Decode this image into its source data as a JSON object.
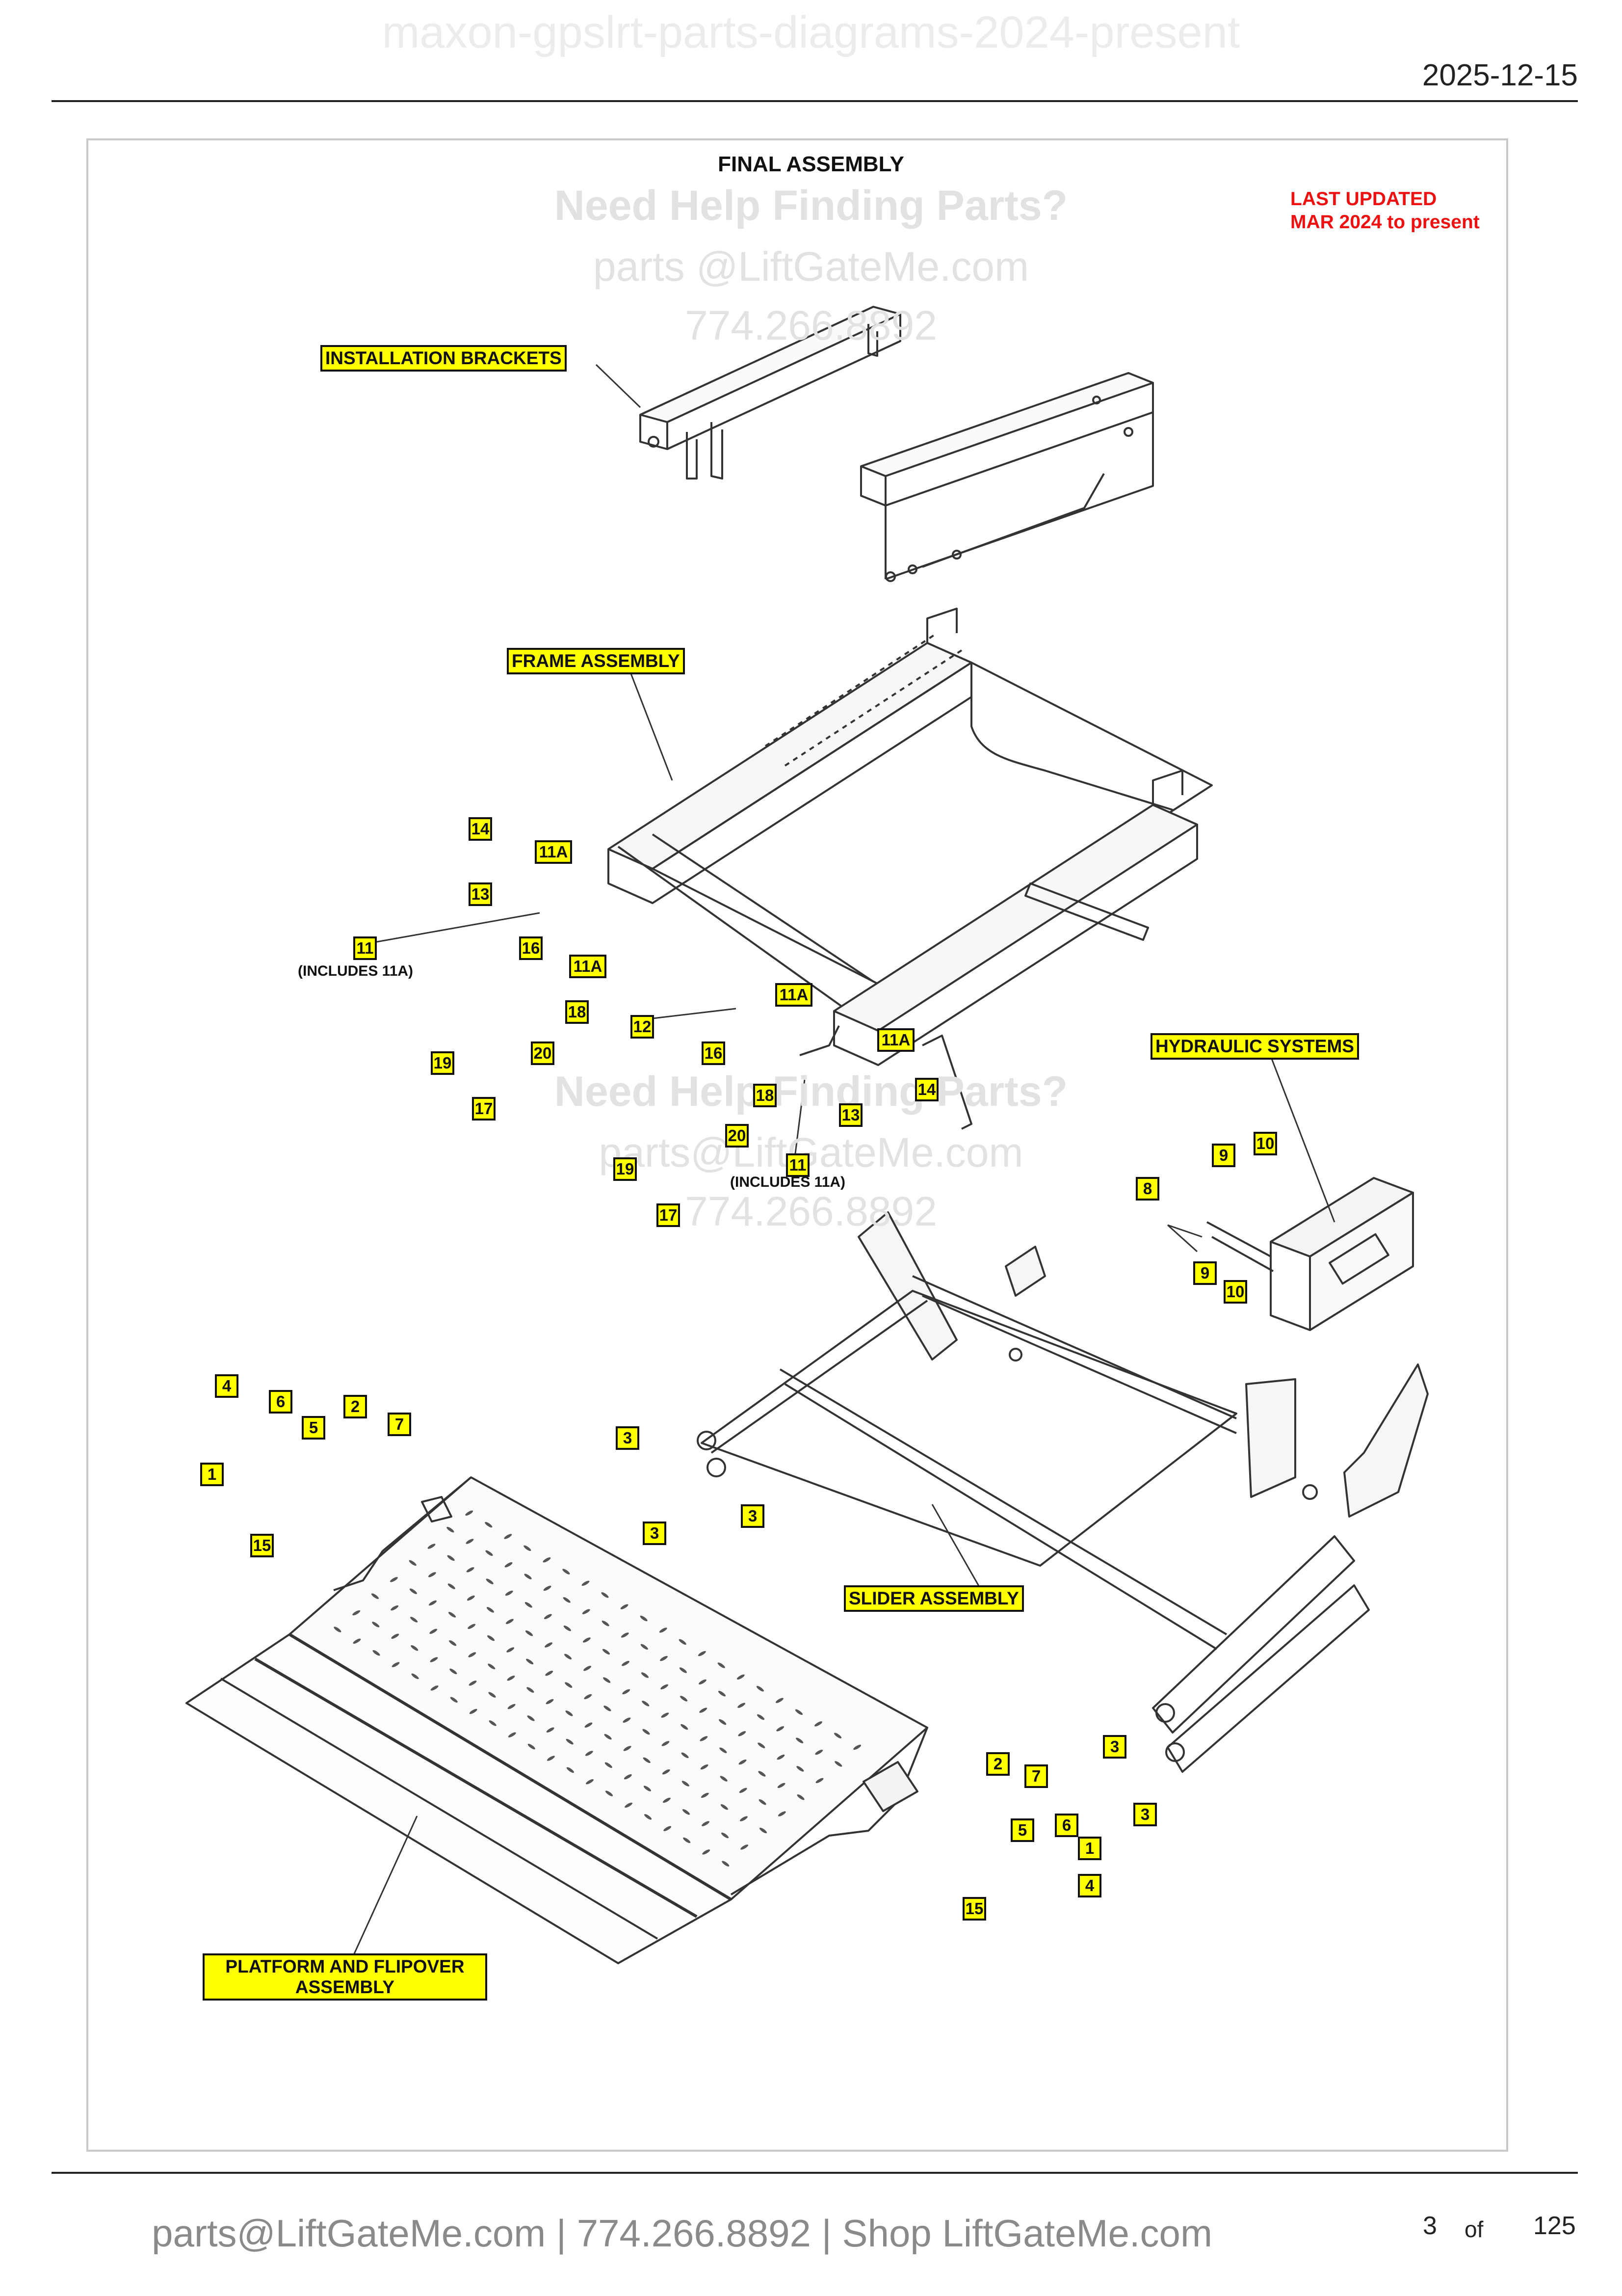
{
  "header": {
    "doc_title": "maxon-gpslrt-parts-diagrams-2024-present",
    "date": "2025-12-15"
  },
  "diagram": {
    "title": "FINAL ASSEMBLY",
    "last_updated_line1": "LAST UPDATED",
    "last_updated_line2": "MAR 2024 to present",
    "watermark": {
      "help": "Need Help Finding Parts?",
      "email": "parts @LiftGateMe.com",
      "email2": "parts@LiftGateMe.com",
      "phone": "774.266.8892"
    },
    "assemblies": {
      "installation_brackets": "INSTALLATION BRACKETS",
      "frame_assembly": "FRAME ASSEMBLY",
      "hydraulic_systems": "HYDRAULIC SYSTEMS",
      "slider_assembly": "SLIDER ASSEMBLY",
      "platform_line1": "PLATFORM AND FLIPOVER",
      "platform_line2": "ASSEMBLY"
    },
    "notes": {
      "includes_11a": "(INCLUDES 11A)"
    },
    "callouts": {
      "c1": "1",
      "c2": "2",
      "c3": "3",
      "c4": "4",
      "c5": "5",
      "c6": "6",
      "c7": "7",
      "c8": "8",
      "c9": "9",
      "c10": "10",
      "c11": "11",
      "c11a": "11A",
      "c12": "12",
      "c13": "13",
      "c14": "14",
      "c15": "15",
      "c16": "16",
      "c17": "17",
      "c18": "18",
      "c19": "19",
      "c20": "20"
    }
  },
  "footer": {
    "contact": "parts@LiftGateMe.com | 774.266.8892 | Shop LiftGateMe.com",
    "page": "3",
    "of": "of",
    "total": "125"
  }
}
